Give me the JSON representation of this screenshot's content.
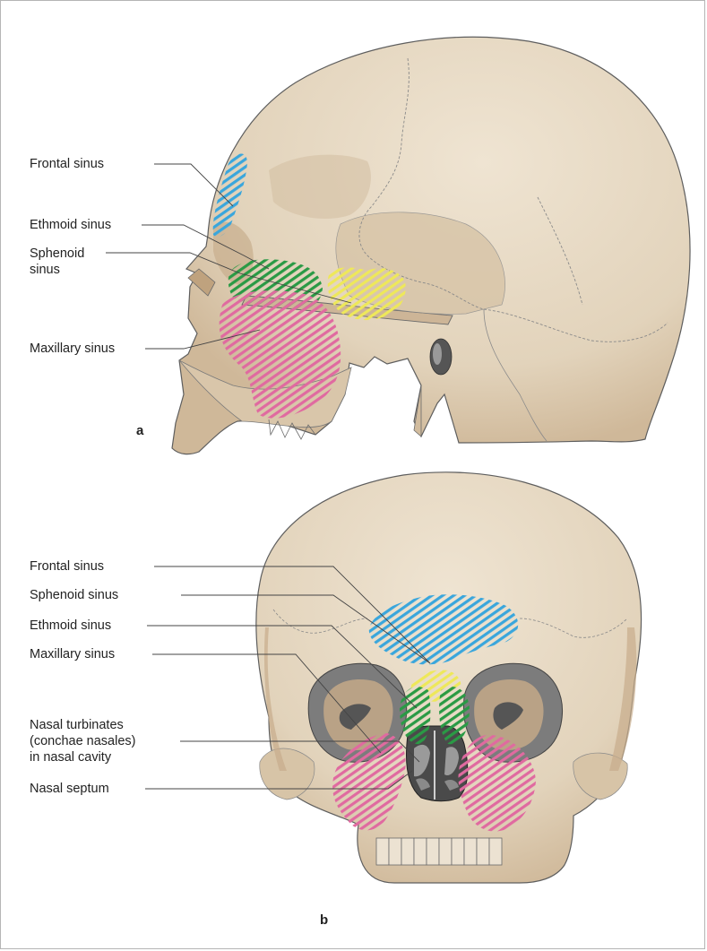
{
  "panel_a": {
    "letter": "a",
    "labels": {
      "frontal": "Frontal sinus",
      "ethmoid": "Ethmoid sinus",
      "sphenoid_line1": "Sphenoid",
      "sphenoid_line2": "sinus",
      "maxillary": "Maxillary sinus"
    }
  },
  "panel_b": {
    "letter": "b",
    "labels": {
      "frontal": "Frontal sinus",
      "sphenoid": "Sphenoid sinus",
      "ethmoid": "Ethmoid sinus",
      "maxillary": "Maxillary sinus",
      "turbinates_line1": "Nasal turbinates",
      "turbinates_line2": "(conchae nasales)",
      "turbinates_line3": "in nasal cavity",
      "septum": "Nasal septum"
    }
  },
  "colors": {
    "bone": "#e6d8c2",
    "bone_shadow": "#cbb295",
    "frontal_sinus": "#3aa6dc",
    "ethmoid_sinus": "#2a9a45",
    "sphenoid_sinus": "#eee85a",
    "maxillary_sinus": "#e06aa0",
    "cavity_dark": "#6b6b6b"
  }
}
